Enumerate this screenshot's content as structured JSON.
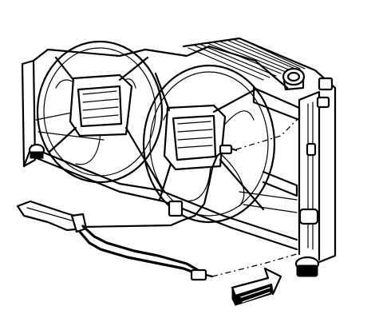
{
  "diagram": {
    "parts": [
      {
        "id": "radiator",
        "icon": "radiator-assembly"
      },
      {
        "id": "left-fan",
        "icon": "cooling-fan"
      },
      {
        "id": "right-fan",
        "icon": "cooling-fan"
      },
      {
        "id": "fan-shroud",
        "icon": "fan-shroud"
      },
      {
        "id": "filler-neck",
        "icon": "radiator-cap-neck"
      },
      {
        "id": "wiring-harness",
        "icon": "wiring-harness"
      },
      {
        "id": "upper-connector",
        "icon": "electrical-connector"
      },
      {
        "id": "lower-connector",
        "icon": "electrical-connector"
      },
      {
        "id": "direction-arrow",
        "icon": "arrow-right"
      }
    ],
    "colors": {
      "line": "#000000",
      "background": "#ffffff"
    }
  }
}
